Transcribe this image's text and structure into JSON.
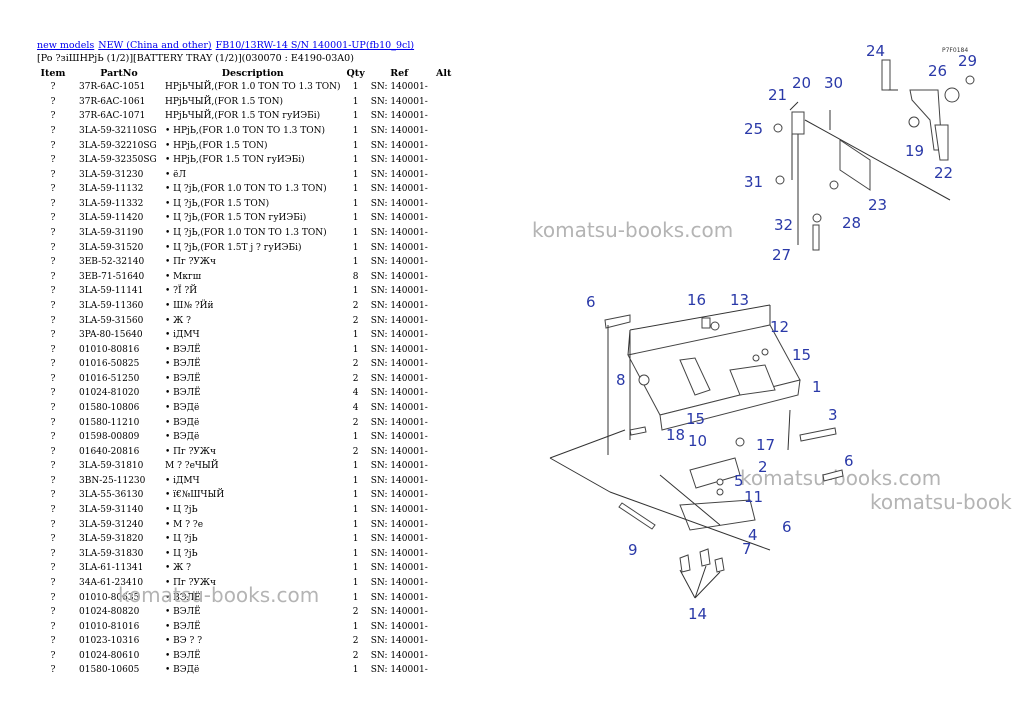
{
  "breadcrumb": [
    "new models",
    "NEW (China and other)",
    "FB10/13RW-14 S/N 140001-UP(fb10_9cl)"
  ],
  "subtitle": "[Po ?зiШНРjЬ (1/2)][BATTERY TRAY (1/2)](030070 : E4190-03A0)",
  "table": {
    "headers": [
      "Item",
      "PartNo",
      "Description",
      "Qty",
      "Ref",
      "Alt"
    ],
    "rows": [
      [
        "?",
        "37R-6AC-1051",
        "НРjЬЧЫЙ,(FOR 1.0 TON TO 1.3 TON)",
        "1",
        "SN: 140001-",
        ""
      ],
      [
        "?",
        "37R-6AC-1061",
        "НРjЬЧЫЙ,(FOR 1.5 TON)",
        "1",
        "SN: 140001-",
        ""
      ],
      [
        "?",
        "37R-6AC-1071",
        "НРjЬЧЫЙ,(FOR 1.5 TON гуИЭБi)",
        "1",
        "SN: 140001-",
        ""
      ],
      [
        "?",
        "3LA-59-32110SG",
        "• НРjЬ,(FOR 1.0 TON TO 1.3 TON)",
        "1",
        "SN: 140001-",
        ""
      ],
      [
        "?",
        "3LA-59-32210SG",
        "• НРjЬ,(FOR 1.5 TON)",
        "1",
        "SN: 140001-",
        ""
      ],
      [
        "?",
        "3LA-59-32350SG",
        "• НРjЬ,(FOR 1.5 TON гуИЭБi)",
        "1",
        "SN: 140001-",
        ""
      ],
      [
        "?",
        "3LA-59-31230",
        "• ёЛ",
        "1",
        "SN: 140001-",
        ""
      ],
      [
        "?",
        "3LA-59-11132",
        "• Ц ?jЬ,(FOR 1.0 TON TO 1.3 TON)",
        "1",
        "SN: 140001-",
        ""
      ],
      [
        "?",
        "3LA-59-11332",
        "• Ц ?jЬ,(FOR 1.5 TON)",
        "1",
        "SN: 140001-",
        ""
      ],
      [
        "?",
        "3LA-59-11420",
        "• Ц ?jЬ,(FOR 1.5 TON гуИЭБi)",
        "1",
        "SN: 140001-",
        ""
      ],
      [
        "?",
        "3LA-59-31190",
        "• Ц ?jЬ,(FOR 1.0 TON TO 1.3 TON)",
        "1",
        "SN: 140001-",
        ""
      ],
      [
        "?",
        "3LA-59-31520",
        "• Ц ?jЬ,(FOR 1.5T j ? гуИЭБi)",
        "1",
        "SN: 140001-",
        ""
      ],
      [
        "?",
        "3EB-52-32140",
        "• Пг ?УЖч",
        "1",
        "SN: 140001-",
        ""
      ],
      [
        "?",
        "3EB-71-51640",
        "• Мкгш",
        "8",
        "SN: 140001-",
        ""
      ],
      [
        "?",
        "3LA-59-11141",
        "• ?Ї ?Й",
        "1",
        "SN: 140001-",
        ""
      ],
      [
        "?",
        "3LA-59-11360",
        "• Ш№ ?Ӥӥ",
        "2",
        "SN: 140001-",
        ""
      ],
      [
        "?",
        "3LA-59-31560",
        "• Ж ?",
        "2",
        "SN: 140001-",
        ""
      ],
      [
        "?",
        "3PA-80-15640",
        "• іДМЧ",
        "1",
        "SN: 140001-",
        ""
      ],
      [
        "?",
        "01010-80816",
        "• ВЭЛЁ",
        "1",
        "SN: 140001-",
        ""
      ],
      [
        "?",
        "01016-50825",
        "• ВЭЛЁ",
        "2",
        "SN: 140001-",
        ""
      ],
      [
        "?",
        "01016-51250",
        "• ВЭЛЁ",
        "2",
        "SN: 140001-",
        ""
      ],
      [
        "?",
        "01024-81020",
        "• ВЭЛЁ",
        "4",
        "SN: 140001-",
        ""
      ],
      [
        "?",
        "01580-10806",
        "• ВЭДё",
        "4",
        "SN: 140001-",
        ""
      ],
      [
        "?",
        "01580-11210",
        "• ВЭДё",
        "2",
        "SN: 140001-",
        ""
      ],
      [
        "?",
        "01598-00809",
        "• ВЭДё",
        "1",
        "SN: 140001-",
        ""
      ],
      [
        "?",
        "01640-20816",
        "• Пг ?УЖч",
        "2",
        "SN: 140001-",
        ""
      ],
      [
        "?",
        "3LA-59-31810",
        "М ? ?еЧЫЙ",
        "1",
        "SN: 140001-",
        ""
      ],
      [
        "?",
        "3BN-25-11230",
        "• іДМЧ",
        "1",
        "SN: 140001-",
        ""
      ],
      [
        "?",
        "3LA-55-36130",
        "• ї€№ШЧЫЙ",
        "1",
        "SN: 140001-",
        ""
      ],
      [
        "?",
        "3LA-59-31140",
        "• Ц ?jЬ",
        "1",
        "SN: 140001-",
        ""
      ],
      [
        "?",
        "3LA-59-31240",
        "• М ? ?е",
        "1",
        "SN: 140001-",
        ""
      ],
      [
        "?",
        "3LA-59-31820",
        "• Ц ?jЬ",
        "1",
        "SN: 140001-",
        ""
      ],
      [
        "?",
        "3LA-59-31830",
        "• Ц ?jЬ",
        "1",
        "SN: 140001-",
        ""
      ],
      [
        "?",
        "3LA-61-11341",
        "• Ж ?",
        "1",
        "SN: 140001-",
        ""
      ],
      [
        "?",
        "34A-61-23410",
        "• Пг ?УЖч",
        "1",
        "SN: 140001-",
        ""
      ],
      [
        "?",
        "01010-80635",
        "• ВЭЛЁ",
        "1",
        "SN: 140001-",
        ""
      ],
      [
        "?",
        "01024-80820",
        "• ВЭЛЁ",
        "2",
        "SN: 140001-",
        ""
      ],
      [
        "?",
        "01010-81016",
        "• ВЭЛЁ",
        "1",
        "SN: 140001-",
        ""
      ],
      [
        "?",
        "01023-10316",
        "• ВЭ ? ?",
        "2",
        "SN: 140001-",
        ""
      ],
      [
        "?",
        "01024-80610",
        "• ВЭЛЁ",
        "2",
        "SN: 140001-",
        ""
      ],
      [
        "?",
        "01580-10605",
        "• ВЭДё",
        "1",
        "SN: 140001-",
        ""
      ]
    ]
  },
  "watermark": "komatsu-books.com",
  "watermark_partial": "komatsu-book",
  "diagram": {
    "code": "P7F0184",
    "callouts": [
      "24",
      "20",
      "30",
      "21",
      "26",
      "29",
      "25",
      "19",
      "22",
      "31",
      "23",
      "28",
      "32",
      "27",
      "6",
      "16",
      "13",
      "12",
      "15",
      "8",
      "1",
      "15",
      "18",
      "10",
      "17",
      "3",
      "6",
      "2",
      "5",
      "11",
      "6",
      "4",
      "9",
      "7",
      "14"
    ],
    "label_color": "#2a39a8"
  }
}
